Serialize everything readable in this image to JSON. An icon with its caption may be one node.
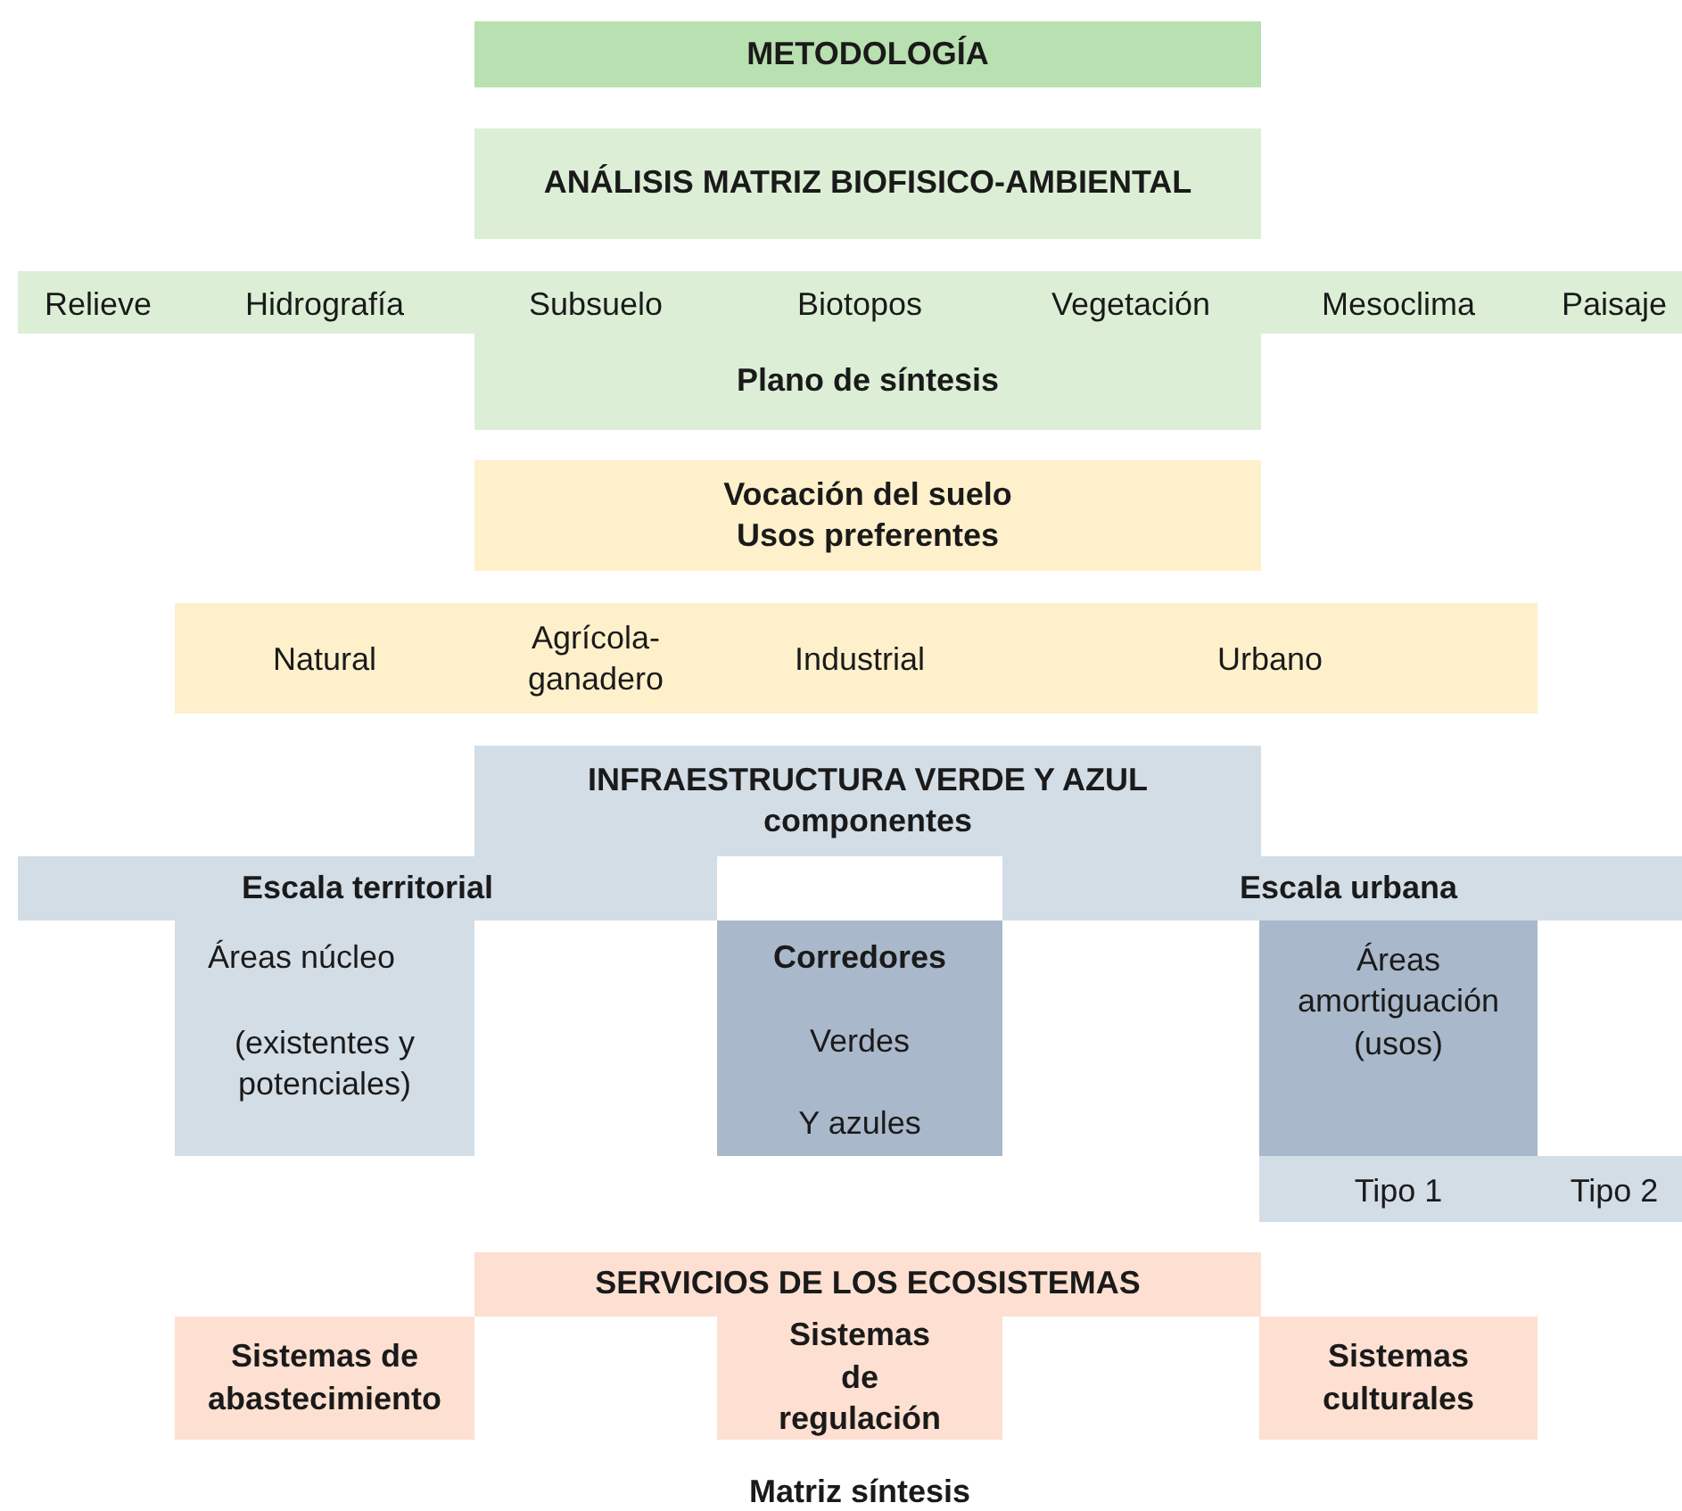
{
  "diagram": {
    "nodes": [
      {
        "text": [
          "METODOLOGÍA"
        ]
      },
      {
        "text": [
          "ANÁLISIS MATRIZ BIOFISICO-AMBIENTAL"
        ]
      },
      {
        "text": [
          "Relieve",
          "Hidrografía",
          "Subsuelo",
          "Biotopos",
          "Vegetación",
          "Mesoclima",
          "Paisaje"
        ]
      },
      {
        "text": [
          "Plano de síntesis"
        ]
      },
      {
        "text": [
          "Vocación del suelo",
          "Usos preferentes"
        ]
      },
      {
        "text": [
          "Natural",
          "Agrícola-ganadero",
          "Industrial",
          "Urbano"
        ]
      },
      {
        "text": [
          "INFRAESTRUCTURA VERDE Y AZUL componentes"
        ]
      },
      {
        "text": [
          "Escala territorial"
        ]
      },
      {
        "text": [
          "Áreas núcleo",
          "(existentes y potenciales)"
        ]
      },
      {
        "text": [
          "Corredores",
          "Verdes",
          "Y azules"
        ]
      },
      {
        "text": [
          "Escala urbana"
        ]
      },
      {
        "text": [
          "Áreas amortiguación (usos)"
        ]
      },
      {
        "text": [
          "Tipo 1",
          "Tipo 2"
        ]
      },
      {
        "text": [
          "SERVICIOS DE LOS ECOSISTEMAS"
        ]
      },
      {
        "text": [
          "Sistemas de abastecimiento"
        ]
      },
      {
        "text": [
          "Sistemas de regulación"
        ]
      },
      {
        "text": [
          "Sistemas culturales"
        ]
      }
    ],
    "labels": [
      "Matriz síntesis"
    ]
  }
}
